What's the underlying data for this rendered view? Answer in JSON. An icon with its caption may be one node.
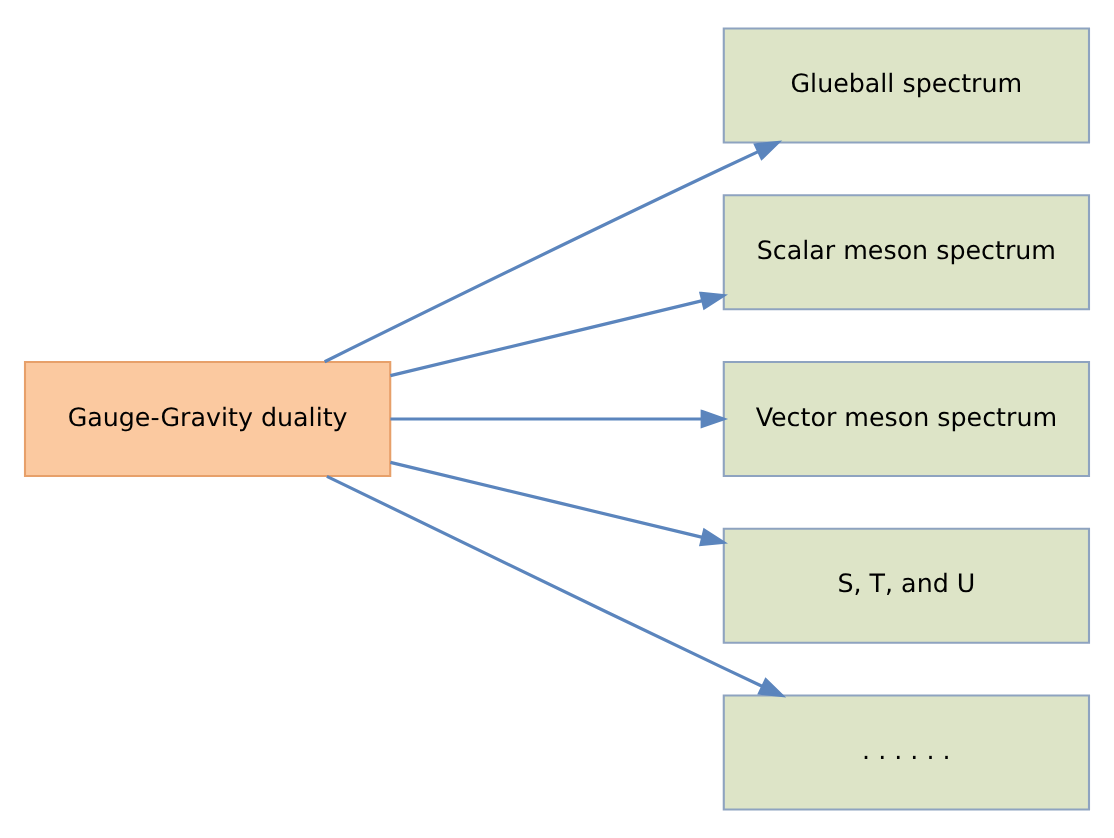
{
  "diagram": {
    "nodes": [
      {
        "text": [
          "Gauge-Gravity duality"
        ]
      },
      {
        "text": [
          "Glueball spectrum"
        ]
      },
      {
        "text": [
          "Scalar meson spectrum"
        ]
      },
      {
        "text": [
          "Vector meson spectrum"
        ]
      },
      {
        "text": [
          "S, T, and U"
        ]
      },
      {
        "text": [
          ". . . . . ."
        ]
      }
    ],
    "edges": [
      {
        "from": 0,
        "to": 1,
        "arrow": "to"
      },
      {
        "from": 0,
        "to": 2,
        "arrow": "to"
      },
      {
        "from": 0,
        "to": 3,
        "arrow": "to"
      },
      {
        "from": 0,
        "to": 4,
        "arrow": "to"
      },
      {
        "from": 0,
        "to": 5,
        "arrow": "to"
      }
    ]
  }
}
